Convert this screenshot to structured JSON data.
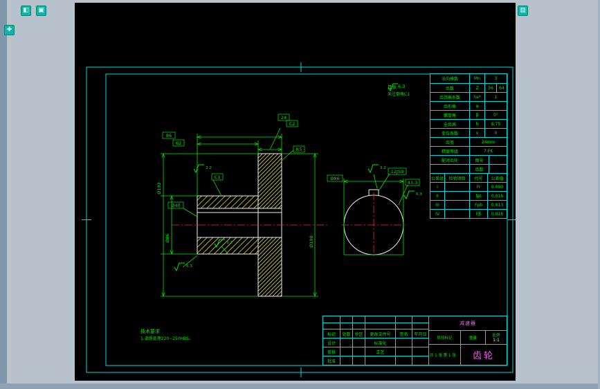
{
  "window": {
    "icons": [
      {
        "name": "app-icon-1",
        "glyph": "◧"
      },
      {
        "name": "app-icon-2",
        "glyph": "▣"
      },
      {
        "name": "app-icon-3",
        "glyph": "✚"
      },
      {
        "name": "app-icon-4",
        "glyph": "▥"
      }
    ]
  },
  "gear_table": {
    "rows": [
      {
        "cells": [
          {
            "t": "法向模数",
            "w": 56
          },
          {
            "t": "Mn",
            "w": 22
          },
          {
            "t": "3"
          }
        ]
      },
      {
        "cells": [
          {
            "t": "齿数",
            "w": 56
          },
          {
            "t": "Z",
            "w": 22
          },
          {
            "t": "36",
            "w": 17
          },
          {
            "t": "64"
          }
        ]
      },
      {
        "cells": [
          {
            "t": "齿顶高系数",
            "w": 56
          },
          {
            "t": "ha*",
            "w": 22
          },
          {
            "t": "1"
          }
        ]
      },
      {
        "cells": [
          {
            "t": "齿形角",
            "w": 56
          },
          {
            "t": "α",
            "w": 22
          },
          {
            "t": ""
          }
        ]
      },
      {
        "cells": [
          {
            "t": "螺旋角",
            "w": 56
          },
          {
            "t": "β",
            "w": 22
          },
          {
            "t": "0°"
          }
        ]
      },
      {
        "cells": [
          {
            "t": "全齿高",
            "w": 56
          },
          {
            "t": "h",
            "w": 22
          },
          {
            "t": "6.75"
          }
        ]
      },
      {
        "cells": [
          {
            "t": "变位系数",
            "w": 56
          },
          {
            "t": "x",
            "w": 22
          },
          {
            "t": "0"
          }
        ]
      },
      {
        "cells": [
          {
            "t": "齿宽",
            "w": 56
          },
          {
            "t": "24mm"
          }
        ]
      },
      {
        "cells": [
          {
            "t": "精度等级",
            "w": 56
          },
          {
            "t": "7-FK"
          }
        ]
      },
      {
        "cells": [
          {
            "t": "配对齿轮",
            "w": 56
          },
          {
            "t": "图号",
            "w": 28
          },
          {
            "t": ""
          }
        ]
      },
      {
        "cells": [
          {
            "t": "",
            "w": 56
          },
          {
            "t": "齿数",
            "w": 28
          },
          {
            "t": ""
          }
        ]
      },
      {
        "cells": [
          {
            "t": "公差组",
            "w": 20
          },
          {
            "t": "检验项目",
            "w": 36
          },
          {
            "t": "代号",
            "w": 26
          },
          {
            "t": "公差值"
          }
        ]
      },
      {
        "cells": [
          {
            "t": "I",
            "w": 20
          },
          {
            "t": "",
            "w": 36
          },
          {
            "t": "Fr",
            "w": 26
          },
          {
            "t": "0.090"
          }
        ]
      },
      {
        "cells": [
          {
            "t": "II",
            "w": 20
          },
          {
            "t": "",
            "w": 36
          },
          {
            "t": "fpt",
            "w": 26
          },
          {
            "t": "0.016"
          }
        ]
      },
      {
        "cells": [
          {
            "t": "III",
            "w": 20
          },
          {
            "t": "",
            "w": 36
          },
          {
            "t": "Fpb",
            "w": 26
          },
          {
            "t": "0,013"
          }
        ]
      },
      {
        "cells": [
          {
            "t": "IV",
            "w": 20
          },
          {
            "t": "",
            "w": 36
          },
          {
            "t": "Fβ",
            "w": 26
          },
          {
            "t": "0.016"
          }
        ]
      }
    ]
  },
  "dims": {
    "total_width": "86",
    "hub_length": "62",
    "rim_width": "24",
    "chamfer_a": "C2",
    "radius_a": "R5",
    "chamfer_b": "C1",
    "od": "Ø198",
    "pitch_d": "Ø192",
    "hub_od": "Ø86",
    "bore": "Ø40",
    "side_od": "Ø86",
    "keyway_width": "12JS9",
    "keyway_depth": "43.3",
    "rough_bore": "3.2",
    "rough_hub": "6.3",
    "rough_top": "3.2",
    "rough_key": "3.2",
    "rough_side": "6.3"
  },
  "notes": {
    "other_label": "其余",
    "other_value": "6.3",
    "note2": "未注倒角C1",
    "tech_title": "技术要求",
    "tech1": "1.调质处理220~250HBS。"
  },
  "title_block": {
    "change_header": [
      "标记",
      "处数",
      "分区",
      "更改文件号",
      "签名",
      "年月日"
    ],
    "row_design": [
      "设计",
      "",
      "",
      "标准化",
      "",
      ""
    ],
    "row_check": [
      "审核",
      "",
      "",
      "工艺",
      "",
      ""
    ],
    "row_approve": [
      "批准",
      "",
      "",
      "",
      "",
      ""
    ],
    "company": "减速器",
    "stage_label": "阶段标记",
    "weight_label": "重量",
    "scale_label": "比例",
    "scale_value": "1:1",
    "sheet_info": "共 1 张 第 1 张",
    "part_name": "齿轮"
  },
  "colors": {
    "frame": "#00dcdc",
    "dims": "#00e800",
    "centerline": "#ff2424",
    "hatch": "#d8d832",
    "outline": "#f0f0f0",
    "magenta": "#f05ef0"
  }
}
